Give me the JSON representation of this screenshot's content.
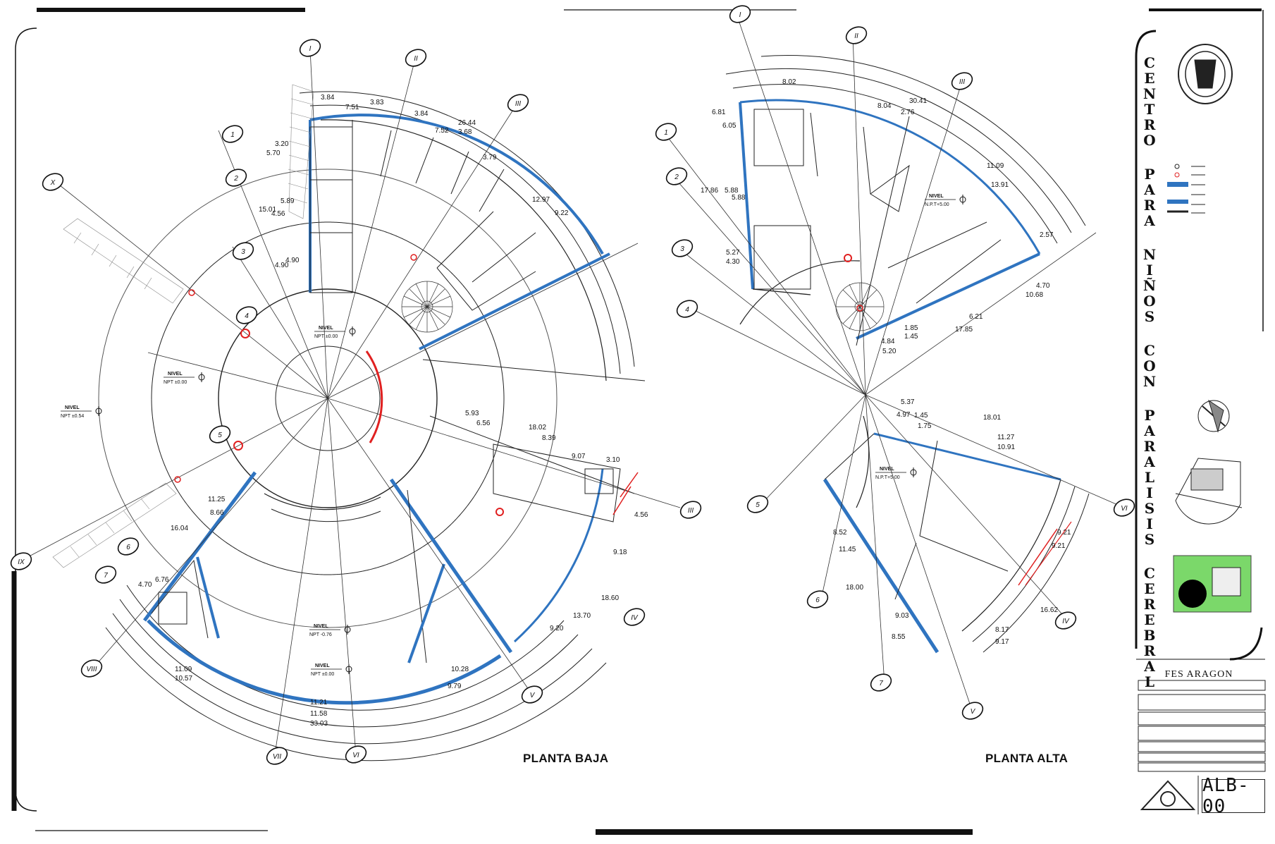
{
  "sheet": {
    "project_title_words": [
      "CENTRO",
      "PARA",
      "NIÑOS",
      "CON",
      "PARALISIS",
      "CEREBRAL"
    ],
    "school": "FES ARAGON",
    "sheet_code": "ALB-00",
    "accent_color": "#2f74c0",
    "mark_color": "#e02020"
  },
  "ground_floor": {
    "title": "PLANTA BAJA",
    "axes": [
      "X",
      "1",
      "I",
      "II",
      "III",
      "2",
      "3",
      "4",
      "5",
      "6",
      "7",
      "IX",
      "VIII",
      "VII",
      "VI",
      "V",
      "IV",
      "III"
    ],
    "level_labels": [
      {
        "label": "NIVEL",
        "value": "NPT ±0.00"
      },
      {
        "label": "NIVEL",
        "value": "NPT ±0.00"
      },
      {
        "label": "NIVEL",
        "value": "NPT ±0.54"
      },
      {
        "label": "NIVEL",
        "value": "NPT -0.76"
      },
      {
        "label": "NIVEL",
        "value": "NPT ±0.00"
      }
    ],
    "dimensions": [
      "3.84",
      "7.51",
      "3.83",
      "3.84",
      "7.52",
      "3.68",
      "26.44",
      "3.79",
      "12.97",
      "9.22",
      "3.20",
      "5.70",
      "5.89",
      "15.01",
      "4.56",
      "4.90",
      "4.90",
      "11.25",
      "8.66",
      "16.04",
      "4.70",
      "6.76",
      "5.93",
      "6.56",
      "18.02",
      "8.39",
      "9.07",
      "3.10",
      "4.56",
      "9.18",
      "18.60",
      "13.70",
      "9.20",
      "11.09",
      "10.57",
      "10.28",
      "9.79",
      "11.21",
      "11.58",
      "33.03"
    ]
  },
  "upper_floor": {
    "title": "PLANTA ALTA",
    "axes": [
      "I",
      "II",
      "III",
      "1",
      "2",
      "3",
      "4",
      "5",
      "6",
      "7",
      "IV",
      "V",
      "VI"
    ],
    "level_labels": [
      {
        "label": "NIVEL",
        "value": "N.P.T+5.00"
      },
      {
        "label": "NIVEL",
        "value": "N.P.T+5.00"
      }
    ],
    "dimensions": [
      "8.02",
      "8.04",
      "30.41",
      "2.76",
      "6.81",
      "6.05",
      "17.86",
      "5.88",
      "5.88",
      "5.27",
      "4.30",
      "11.09",
      "13.91",
      "2.57",
      "10.68",
      "4.70",
      "6.21",
      "17.85",
      "1.85",
      "1.45",
      "4.84",
      "5.20",
      "5.37",
      "4.97",
      "1.45",
      "1.75",
      "18.01",
      "11.27",
      "10.91",
      "8.52",
      "11.45",
      "18.00",
      "9.03",
      "8.55",
      "9.21",
      "9.21",
      "16.62",
      "8.17",
      "9.17"
    ]
  }
}
